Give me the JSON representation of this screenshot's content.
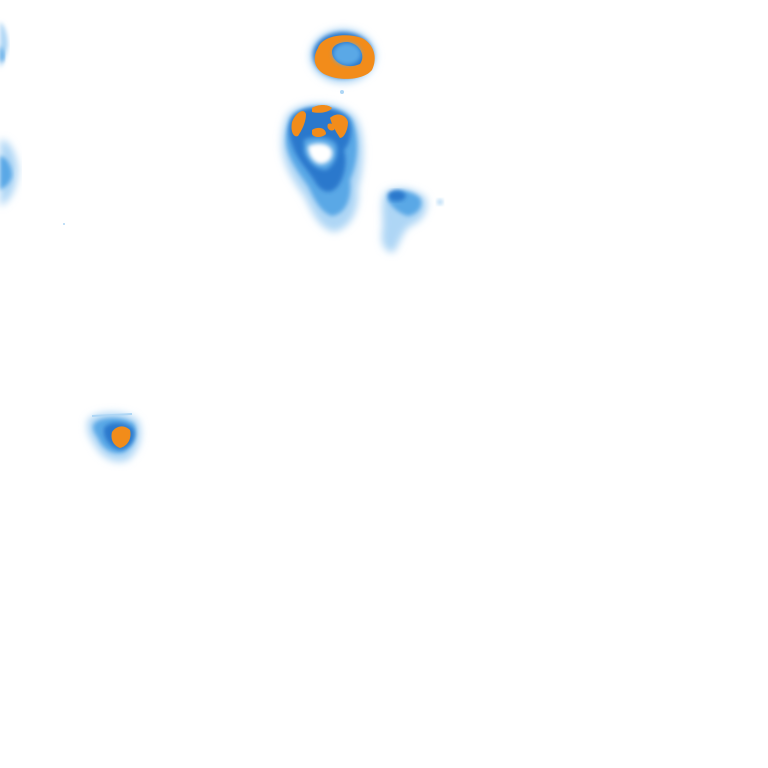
{
  "map": {
    "background": "#ffffff",
    "palette": {
      "light": "#aed6f5",
      "mid": "#5aa8e6",
      "deep": "#2a78cc",
      "intense": "#f28c1a"
    },
    "cells": [
      {
        "id": "cell-top-center",
        "levels": [
          "mid",
          "deep",
          "intense"
        ]
      },
      {
        "id": "cell-center-hook",
        "levels": [
          "light",
          "mid",
          "deep",
          "intense"
        ]
      },
      {
        "id": "cell-small-right",
        "levels": [
          "light",
          "mid",
          "deep"
        ]
      },
      {
        "id": "cell-left-edge",
        "levels": [
          "light",
          "mid"
        ]
      },
      {
        "id": "cell-top-left-edge",
        "levels": [
          "light",
          "mid"
        ]
      },
      {
        "id": "cell-lower-left",
        "levels": [
          "light",
          "mid",
          "deep",
          "intense"
        ]
      }
    ]
  }
}
